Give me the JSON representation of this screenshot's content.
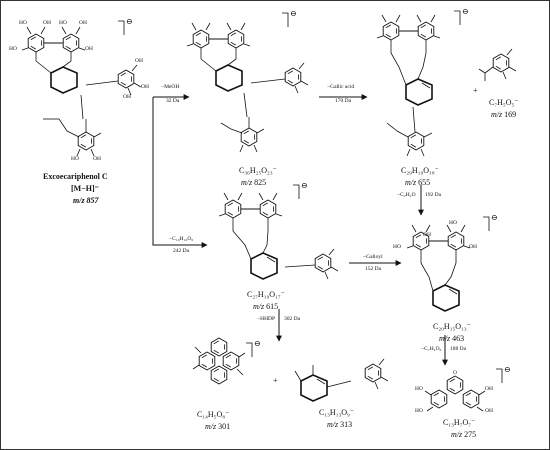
{
  "parent": {
    "name": "Excoecariphenol C",
    "ion": "[M−H]⁻",
    "mz": "m/z 857"
  },
  "products": [
    {
      "id": "p825",
      "formula": "C₃₆H₂₅O₂₃⁻",
      "mz_prefix": "m/z",
      "mz_value": "825"
    },
    {
      "id": "p655",
      "formula": "C₂₉H₁₉O₁₈⁻",
      "mz_prefix": "m/z",
      "mz_value": "655"
    },
    {
      "id": "p169",
      "formula": "C₇H₅O₅⁻",
      "mz_prefix": "m/z",
      "mz_value": "169"
    },
    {
      "id": "p615",
      "formula": "C₂₇H₁₉O₁₇⁻",
      "mz_prefix": "m/z",
      "mz_value": "615"
    },
    {
      "id": "p463",
      "formula": "C₂₀H₁₅O₁₃⁻",
      "mz_prefix": "m/z",
      "mz_value": "463"
    },
    {
      "id": "p301",
      "formula": "C₁₄H₅O₈⁻",
      "mz_prefix": "m/z",
      "mz_value": "301"
    },
    {
      "id": "p313",
      "formula": "C₁₃H₁₃O₉⁻",
      "mz_prefix": "m/z",
      "mz_value": "313"
    },
    {
      "id": "p275",
      "formula": "C₁₃H₇O₇⁻",
      "mz_prefix": "m/z",
      "mz_value": "275"
    }
  ],
  "losses": {
    "meoh": {
      "name": "−MeOH",
      "da": "32 Da"
    },
    "gallic": {
      "name": "−Gallic acid",
      "da": "170 Da"
    },
    "c2h2o": {
      "name": "−C₂H₂O",
      "da": "192 Da"
    },
    "c10h10o6": {
      "name": "−C₁₀H₁₀O₆",
      "da": "242 Da"
    },
    "galloyl": {
      "name": "−Galloyl",
      "da": "152 Da"
    },
    "hhdp": {
      "name": "−HHDP",
      "da": "302 Da"
    },
    "c7h4o6": {
      "name": "−C₇H₄O₆",
      "da": "188 Da"
    }
  },
  "plus_sign": "+",
  "charge_mark": "⊖",
  "atoms": {
    "ho": "HO",
    "oh": "OH",
    "o": "O"
  }
}
